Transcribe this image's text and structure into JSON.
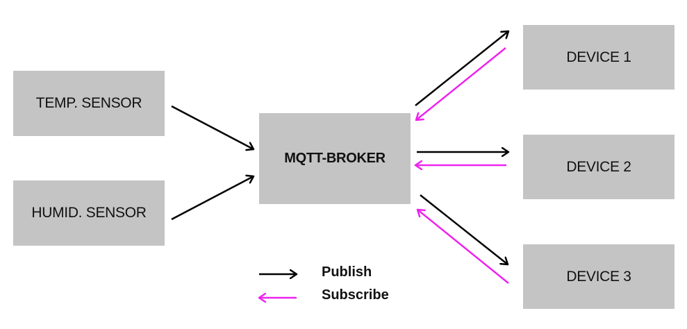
{
  "diagram": {
    "nodes": {
      "temp_sensor": "TEMP. SENSOR",
      "humid_sensor": "HUMID. SENSOR",
      "broker": "MQTT-BROKER",
      "device1": "DEVICE 1",
      "device2": "DEVICE 2",
      "device3": "DEVICE 3"
    },
    "edges": [
      {
        "from": "TEMP. SENSOR",
        "to": "MQTT-BROKER",
        "type": "publish"
      },
      {
        "from": "HUMID. SENSOR",
        "to": "MQTT-BROKER",
        "type": "publish"
      },
      {
        "from": "MQTT-BROKER",
        "to": "DEVICE 1",
        "type": "publish"
      },
      {
        "from": "DEVICE 1",
        "to": "MQTT-BROKER",
        "type": "subscribe"
      },
      {
        "from": "MQTT-BROKER",
        "to": "DEVICE 2",
        "type": "publish"
      },
      {
        "from": "DEVICE 2",
        "to": "MQTT-BROKER",
        "type": "subscribe"
      },
      {
        "from": "MQTT-BROKER",
        "to": "DEVICE 3",
        "type": "publish"
      },
      {
        "from": "DEVICE 3",
        "to": "MQTT-BROKER",
        "type": "subscribe"
      }
    ],
    "legend": {
      "publish": "Publish",
      "subscribe": "Subscribe"
    },
    "colors": {
      "node_fill": "#c4c4c4",
      "publish": "#000000",
      "subscribe": "#ee22ee"
    }
  }
}
